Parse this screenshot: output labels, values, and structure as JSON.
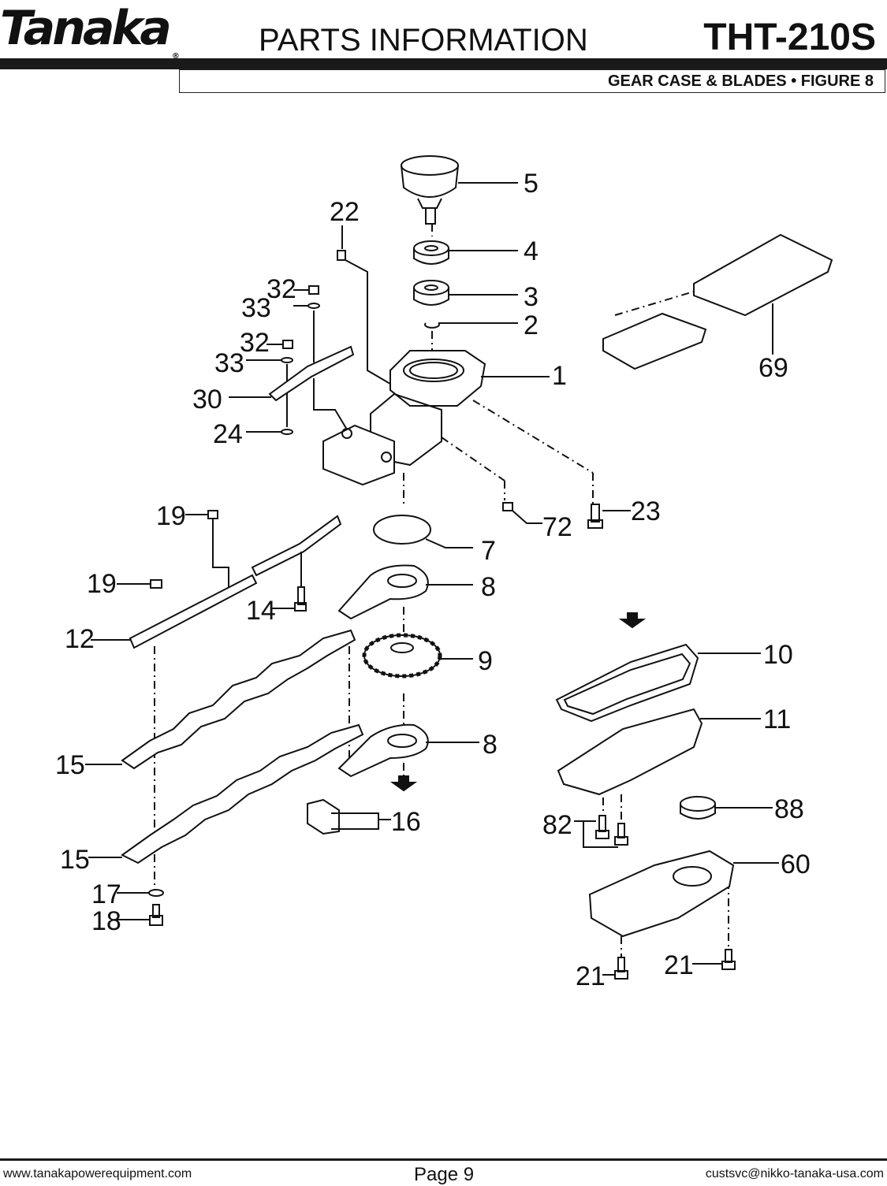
{
  "header": {
    "logo_text": "Tanaka",
    "logo_mark": "®",
    "title": "PARTS INFORMATION",
    "model": "THT-210S",
    "subtitle": "GEAR CASE & BLADES  •  FIGURE 8"
  },
  "callouts": [
    "5",
    "22",
    "4",
    "3",
    "2",
    "1",
    "32",
    "33",
    "32",
    "33",
    "30",
    "24",
    "69",
    "19",
    "72",
    "23",
    "7",
    "8",
    "19",
    "14",
    "12",
    "9",
    "10",
    "11",
    "8",
    "15",
    "16",
    "88",
    "82",
    "60",
    "15",
    "17",
    "18",
    "21",
    "21"
  ],
  "footer": {
    "website": "www.tanakapowerequipment.com",
    "page": "Page 9",
    "email": "custsvc@nikko-tanaka-usa.com"
  }
}
